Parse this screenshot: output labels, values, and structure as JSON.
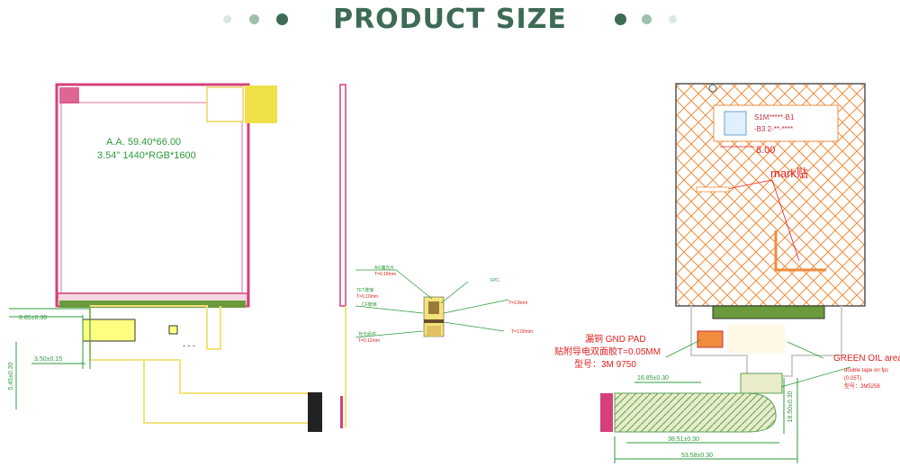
{
  "header": {
    "title": "PRODUCT SIZE",
    "dot_colors": [
      "#dbe8e1",
      "#9fc0ae",
      "#3d6b55"
    ]
  },
  "front_view": {
    "aa_label": "A.A.    59.40*66.00",
    "spec_label": "3.54\" 1440*RGB*1600",
    "dim_top_offset": "8.85±0.30",
    "dim_fpc_left": "3.50±0.15",
    "dim_vertical": "5.45±0.30"
  },
  "side_view": {
    "layer_labels": [
      "AG偏光片",
      "TFT玻璃",
      "CF玻璃",
      "背光组件",
      "FPC"
    ],
    "note_labels": [
      "T=0.18mm",
      "T=0.10mm",
      "T=0.12mm",
      "T=2.8mm",
      "T=1.00mm"
    ]
  },
  "back_view": {
    "label_line1": "S1M*****-B1",
    "label_line2": "-B3 2-**-****",
    "dim_label_width": "8.00",
    "mark_label": "mark贴",
    "gnd_pad": "漏铜 GND PAD",
    "tape": "贴附导电双面胶T=0.05MM",
    "tape_model": "型号：3M 9750",
    "green_oil": "GREEN OIL area",
    "double_tape": "double tape on fpc",
    "double_tape_t": "(0.05T)",
    "double_tape_model": "型号：3M5258",
    "dim_fpc_w": "16.85±0.30",
    "dim_fpc_h": "18.50±0.30",
    "dim_bottom_inner": "38.51±0.30",
    "dim_bottom_outer": "53.58±0.30"
  },
  "colors": {
    "accent": "#3d6b55",
    "dimension": "#2e9a3c",
    "outline_pink": "#d6407a",
    "fpc_yellow": "#f3e37a",
    "hatch_orange": "#f08c3c",
    "label_red": "#e02020"
  }
}
